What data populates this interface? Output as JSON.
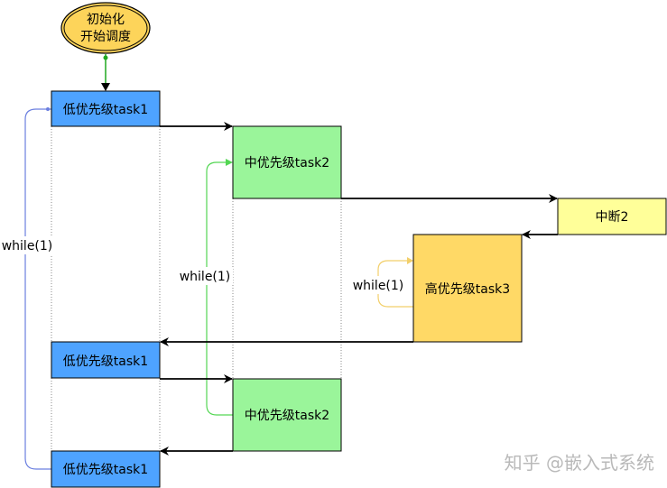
{
  "start_node": {
    "line1": "初始化",
    "line2": "开始调度"
  },
  "tasks": {
    "low_1": "低优先级task1",
    "mid_1": "中优先级task2",
    "interrupt": "中断2",
    "high": "高优先级task3",
    "low_2": "低优先级task1",
    "mid_2": "中优先级task2",
    "low_3": "低优先级task1"
  },
  "loops": {
    "outer": "while(1)",
    "middle": "while(1)",
    "inner": "while(1)"
  },
  "watermark": "知乎 @嵌入式系统",
  "colors": {
    "low": "#4ea3ff",
    "mid": "#9af59a",
    "high": "#ffd966",
    "interrupt": "#ffff99",
    "start": "#fdd45a",
    "outer_loop": "#6b7fe0",
    "middle_loop": "#53d653",
    "inner_loop": "#f2cf6a",
    "start_arrow": "#1fa81f"
  }
}
